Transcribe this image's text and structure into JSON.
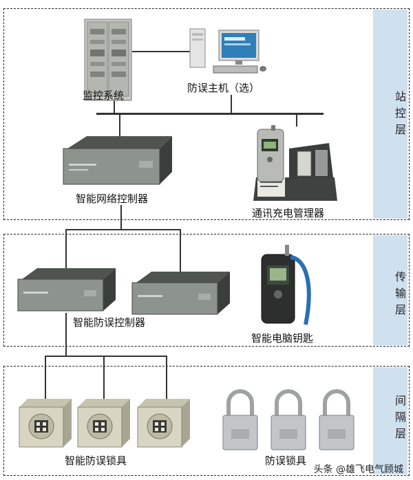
{
  "layers": {
    "station": "站控层",
    "transmission": "传输层",
    "bay": "间隔层"
  },
  "captions": {
    "monitoring_system": "监控系统",
    "host": "防误主机（选）",
    "network_controller": "智能网络控制器",
    "comm_charger": "通讯充电管理器",
    "interlock_controller": "智能防误控制器",
    "smart_key": "智能电脑钥匙",
    "smart_lock": "智能防误锁具",
    "padlock": "防误锁具"
  },
  "watermark": "头条 @雄飞电气顾城",
  "colors": {
    "band": "#cfe0ef",
    "line": "#333333",
    "device_dark": "#4a4f4a",
    "lock_face": "#d8d6c2"
  }
}
